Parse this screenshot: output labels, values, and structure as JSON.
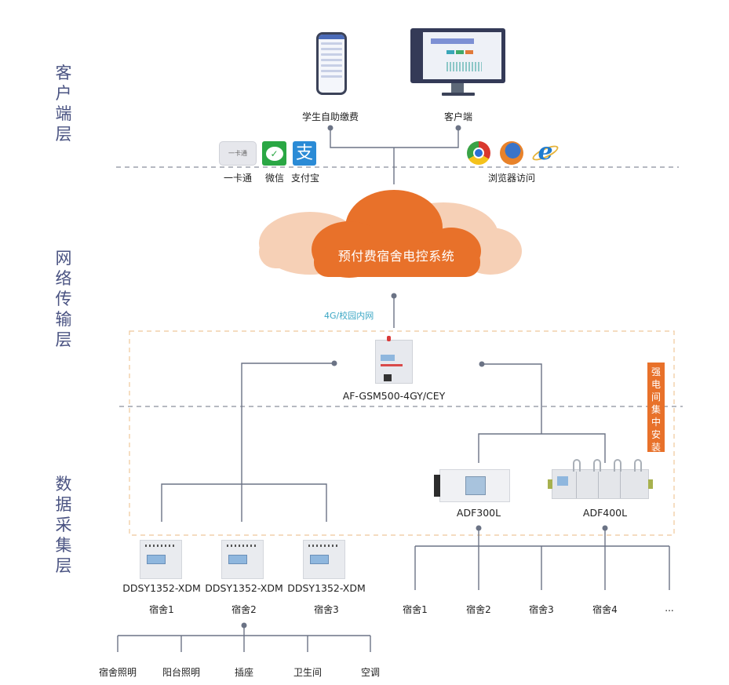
{
  "layers": {
    "client": "客户端层",
    "network": "网络传输层",
    "data": "数据采集层"
  },
  "client": {
    "phone_label": "学生自助缴费",
    "desktop_label": "客户端",
    "payment": {
      "card_icon_text": "一卡通",
      "labels": [
        "一卡通",
        "微信",
        "支付宝"
      ]
    },
    "browser_label": "浏览器访问",
    "icons": [
      "phone-icon",
      "monitor-icon",
      "card-icon",
      "wechat-icon",
      "alipay-icon",
      "chrome-icon",
      "firefox-icon",
      "ie-icon"
    ]
  },
  "cloud": {
    "title": "预付费宿舍电控系统"
  },
  "network": {
    "link_label": "4G/校园内网"
  },
  "gateway": {
    "model": "AF-GSM500-4GY/CEY"
  },
  "install_badge": "强电间集中安装",
  "single_meters": [
    {
      "model": "DDSY1352-XDM",
      "room": "宿舍1"
    },
    {
      "model": "DDSY1352-XDM",
      "room": "宿舍2"
    },
    {
      "model": "DDSY1352-XDM",
      "room": "宿舍3"
    }
  ],
  "multi_meters": [
    {
      "model": "ADF300L"
    },
    {
      "model": "ADF400L"
    }
  ],
  "multi_rooms": [
    "宿舍1",
    "宿舍2",
    "宿舍3",
    "宿舍4",
    "..."
  ],
  "circuits": [
    "宿舍照明",
    "阳台照明",
    "插座",
    "卫生间",
    "空调"
  ],
  "colors": {
    "accent_orange": "#e8712a",
    "cloud_light": "#f5cdb3",
    "line_gray": "#6b7385",
    "layer_text": "#4a5382",
    "network_text": "#3aa6c4"
  }
}
